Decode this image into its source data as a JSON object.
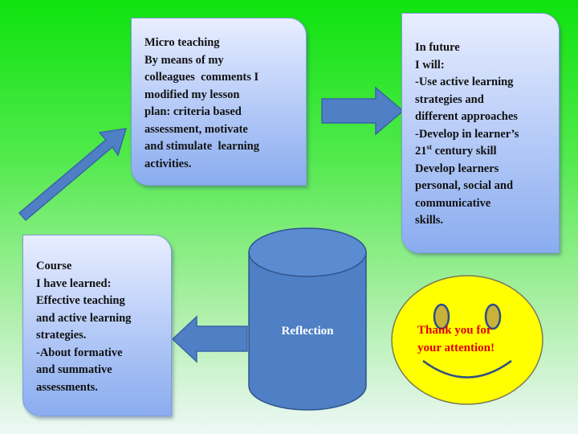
{
  "colors": {
    "background_top": "#0fe30f",
    "background_bottom": "#eef8f6",
    "box_fill": "#b3c9f7",
    "arrow_fill": "#4f7fc4",
    "cylinder_fill": "#4f7fc4",
    "smiley_fill": "#ffff00",
    "smiley_text": "#e00000"
  },
  "micro_teaching": {
    "lines": [
      "Micro teaching",
      "By means of my",
      "colleagues  comments I",
      "modified my lesson",
      "plan: criteria based",
      "assessment, motivate",
      "and stimulate  learning",
      "activities."
    ]
  },
  "in_future": {
    "lines": [
      "In future",
      "I will:",
      "-Use active learning",
      "strategies and",
      "different approaches",
      "-Develop in learner’s"
    ],
    "skill_number": "21",
    "skill_suffix": "st",
    "skill_rest": " century skill",
    "more_lines": [
      "Develop learners",
      "personal, social and",
      "communicative",
      "skills."
    ]
  },
  "course": {
    "lines": [
      "Course",
      "I have learned:",
      "Effective teaching",
      "and active learning",
      "strategies.",
      "-About formative",
      "and summative",
      "assessments."
    ]
  },
  "reflection": {
    "label": "Reflection"
  },
  "smiley": {
    "lines": [
      "Thank you for",
      "your attention!"
    ]
  }
}
